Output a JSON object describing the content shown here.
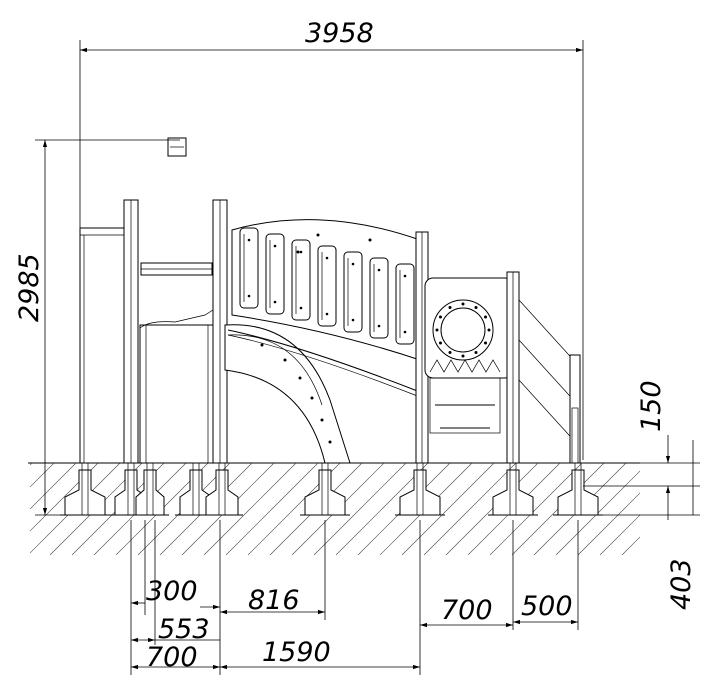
{
  "dimensions": {
    "overall_width": "3958",
    "overall_height": "2985",
    "platform_offset": "150",
    "foundation_depth": "403",
    "post_gap_a": "300",
    "post_gap_b": "553",
    "post_gap_c": "700",
    "slide_span": "816",
    "structure_span": "1590",
    "rear_span_a": "700",
    "rear_span_b": "500"
  }
}
